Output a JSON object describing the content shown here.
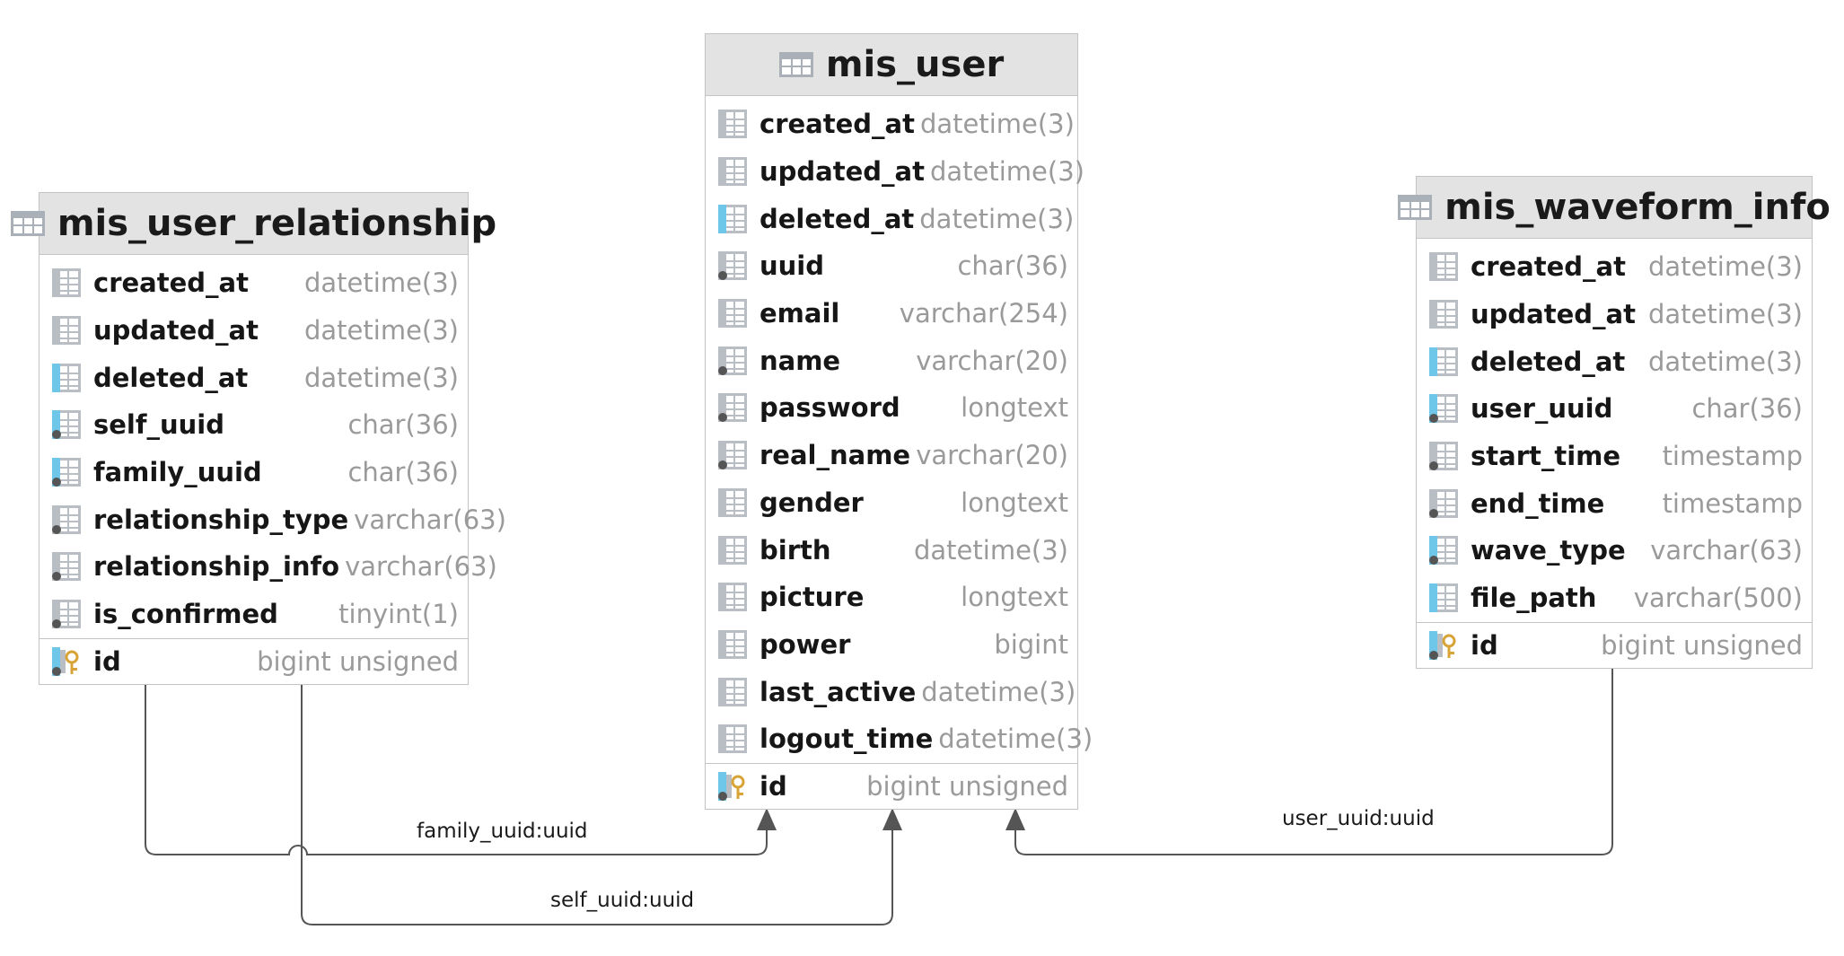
{
  "tables": [
    {
      "name": "mis_user_relationship",
      "icon": "table-icon",
      "columns": [
        {
          "name": "created_at",
          "type": "datetime(3)",
          "icon": "column-icon"
        },
        {
          "name": "updated_at",
          "type": "datetime(3)",
          "icon": "column-icon"
        },
        {
          "name": "deleted_at",
          "type": "datetime(3)",
          "icon": "index-column-icon"
        },
        {
          "name": "self_uuid",
          "type": "char(36)",
          "icon": "index-notnull-column-icon"
        },
        {
          "name": "family_uuid",
          "type": "char(36)",
          "icon": "index-notnull-column-icon"
        },
        {
          "name": "relationship_type",
          "type": "varchar(63)",
          "icon": "notnull-column-icon"
        },
        {
          "name": "relationship_info",
          "type": "varchar(63)",
          "icon": "notnull-column-icon"
        },
        {
          "name": "is_confirmed",
          "type": "tinyint(1)",
          "icon": "notnull-column-icon"
        }
      ],
      "primary_key": {
        "name": "id",
        "type": "bigint unsigned",
        "icon": "primary-key-icon"
      }
    },
    {
      "name": "mis_user",
      "icon": "table-icon",
      "columns": [
        {
          "name": "created_at",
          "type": "datetime(3)",
          "icon": "column-icon"
        },
        {
          "name": "updated_at",
          "type": "datetime(3)",
          "icon": "column-icon"
        },
        {
          "name": "deleted_at",
          "type": "datetime(3)",
          "icon": "index-column-icon"
        },
        {
          "name": "uuid",
          "type": "char(36)",
          "icon": "notnull-column-icon"
        },
        {
          "name": "email",
          "type": "varchar(254)",
          "icon": "column-icon"
        },
        {
          "name": "name",
          "type": "varchar(20)",
          "icon": "notnull-column-icon"
        },
        {
          "name": "password",
          "type": "longtext",
          "icon": "notnull-column-icon"
        },
        {
          "name": "real_name",
          "type": "varchar(20)",
          "icon": "notnull-column-icon"
        },
        {
          "name": "gender",
          "type": "longtext",
          "icon": "column-icon"
        },
        {
          "name": "birth",
          "type": "datetime(3)",
          "icon": "column-icon"
        },
        {
          "name": "picture",
          "type": "longtext",
          "icon": "column-icon"
        },
        {
          "name": "power",
          "type": "bigint",
          "icon": "column-icon"
        },
        {
          "name": "last_active",
          "type": "datetime(3)",
          "icon": "column-icon"
        },
        {
          "name": "logout_time",
          "type": "datetime(3)",
          "icon": "column-icon"
        }
      ],
      "primary_key": {
        "name": "id",
        "type": "bigint unsigned",
        "icon": "primary-key-icon"
      }
    },
    {
      "name": "mis_waveform_info",
      "icon": "table-icon",
      "columns": [
        {
          "name": "created_at",
          "type": "datetime(3)",
          "icon": "column-icon"
        },
        {
          "name": "updated_at",
          "type": "datetime(3)",
          "icon": "column-icon"
        },
        {
          "name": "deleted_at",
          "type": "datetime(3)",
          "icon": "index-column-icon"
        },
        {
          "name": "user_uuid",
          "type": "char(36)",
          "icon": "index-notnull-column-icon"
        },
        {
          "name": "start_time",
          "type": "timestamp",
          "icon": "notnull-column-icon"
        },
        {
          "name": "end_time",
          "type": "timestamp",
          "icon": "notnull-column-icon"
        },
        {
          "name": "wave_type",
          "type": "varchar(63)",
          "icon": "index-notnull-column-icon"
        },
        {
          "name": "file_path",
          "type": "varchar(500)",
          "icon": "index-column-icon"
        }
      ],
      "primary_key": {
        "name": "id",
        "type": "bigint unsigned",
        "icon": "primary-key-icon"
      }
    }
  ],
  "relationships": [
    {
      "label": "family_uuid:uuid",
      "from": "mis_user_relationship",
      "to": "mis_user"
    },
    {
      "label": "self_uuid:uuid",
      "from": "mis_user_relationship",
      "to": "mis_user"
    },
    {
      "label": "user_uuid:uuid",
      "from": "mis_waveform_info",
      "to": "mis_user"
    }
  ],
  "colors": {
    "header_bg": "#e3e3e3",
    "border": "#c4c4c4",
    "connector": "#555555",
    "index_marker": "#6ec6e8",
    "key": "#d9a437"
  }
}
